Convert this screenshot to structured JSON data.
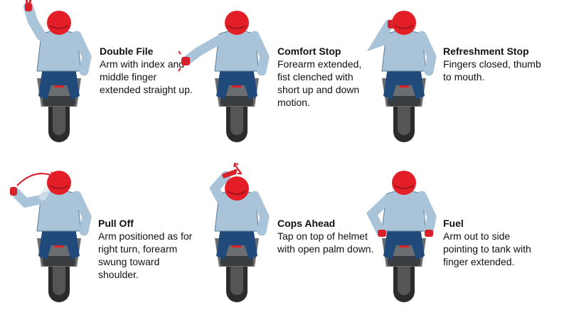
{
  "signals": [
    {
      "id": "double-file",
      "title": "Double File",
      "description": "Arm with index and middle finger extended straight up.",
      "pose": "arm-up"
    },
    {
      "id": "comfort-stop",
      "title": "Comfort Stop",
      "description": "Forearm extended, fist clenched with short up and down motion.",
      "pose": "arm-out-low"
    },
    {
      "id": "refreshment-stop",
      "title": "Refreshment Stop",
      "description": "Fingers closed, thumb to mouth.",
      "pose": "hand-to-mouth"
    },
    {
      "id": "pull-off",
      "title": "Pull Off",
      "description": "Arm positioned as for right turn, forearm swung toward shoulder.",
      "pose": "arm-swing"
    },
    {
      "id": "cops-ahead",
      "title": "Cops Ahead",
      "description": "Tap on top of helmet with open palm down.",
      "pose": "hand-on-helmet"
    },
    {
      "id": "fuel",
      "title": "Fuel",
      "description": "Arm out to side pointing to tank with finger extended.",
      "pose": "point-tank"
    }
  ],
  "colors": {
    "helmet": "#e41e26",
    "jacket": "#a9c3d9",
    "jeans": "#1f4a7a",
    "tire": "#2b2b2b",
    "bike": "#6b6e70",
    "glove": "#d8202a",
    "motion-arrow": "#d8202a"
  }
}
